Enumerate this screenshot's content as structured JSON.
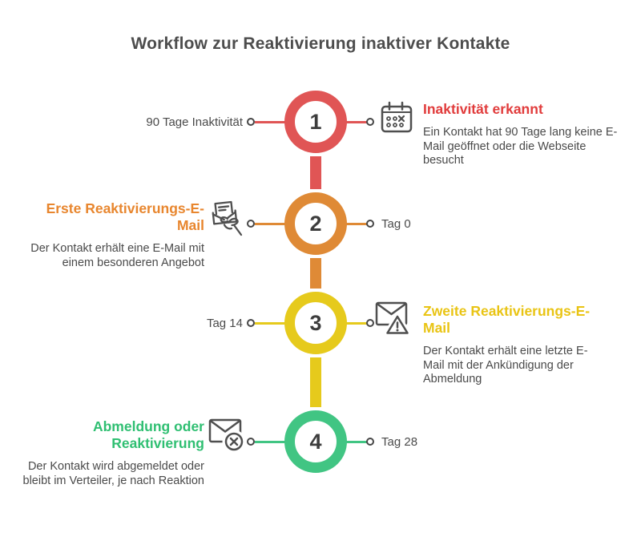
{
  "title": "Workflow zur Reaktivierung inaktiver Kontakte",
  "colors": {
    "red_shape": "#e05555",
    "red_text": "#e13c3c",
    "orange_shape": "#df8a36",
    "orange_text": "#e8862e",
    "yellow_shape": "#e6ca1c",
    "yellow_text": "#e9c414",
    "green_shape": "#41c583",
    "green_text": "#2fbf72",
    "body_text": "#4a4a4a",
    "title_text": "#4d4d4d",
    "number_text": "#3d3d3d"
  },
  "steps": [
    {
      "number": "1",
      "color": "#e05555",
      "day_label": "90 Tage Inaktivität",
      "day_label_side": "left",
      "content_side": "right",
      "icon": "calendar-cancel-icon",
      "heading": "Inaktivität erkannt",
      "description": "Ein Kontakt hat 90 Tage lang keine E-Mail geöffnet oder die Webseite besucht"
    },
    {
      "number": "2",
      "color": "#df8a36",
      "day_label": "Tag 0",
      "day_label_side": "right",
      "content_side": "left",
      "icon": "hand-holding-envelope-icon",
      "heading": "Erste Reaktivierungs-E-Mail",
      "description": "Der Kontakt erhält eine E-Mail mit einem besonderen Angebot"
    },
    {
      "number": "3",
      "color": "#e6ca1c",
      "day_label": "Tag 14",
      "day_label_side": "left",
      "content_side": "right",
      "icon": "envelope-warning-icon",
      "heading": "Zweite Reaktivierungs-E-Mail",
      "description": "Der Kontakt erhält eine letzte E-Mail mit der Ankündigung der Abmeldung"
    },
    {
      "number": "4",
      "color": "#41c583",
      "day_label": "Tag 28",
      "day_label_side": "right",
      "content_side": "left",
      "icon": "envelope-unsubscribe-icon",
      "heading": "Abmeldung oder Reaktivierung",
      "description": "Der Kontakt wird abgemeldet oder bleibt im Verteiler, je nach Reaktion"
    }
  ]
}
